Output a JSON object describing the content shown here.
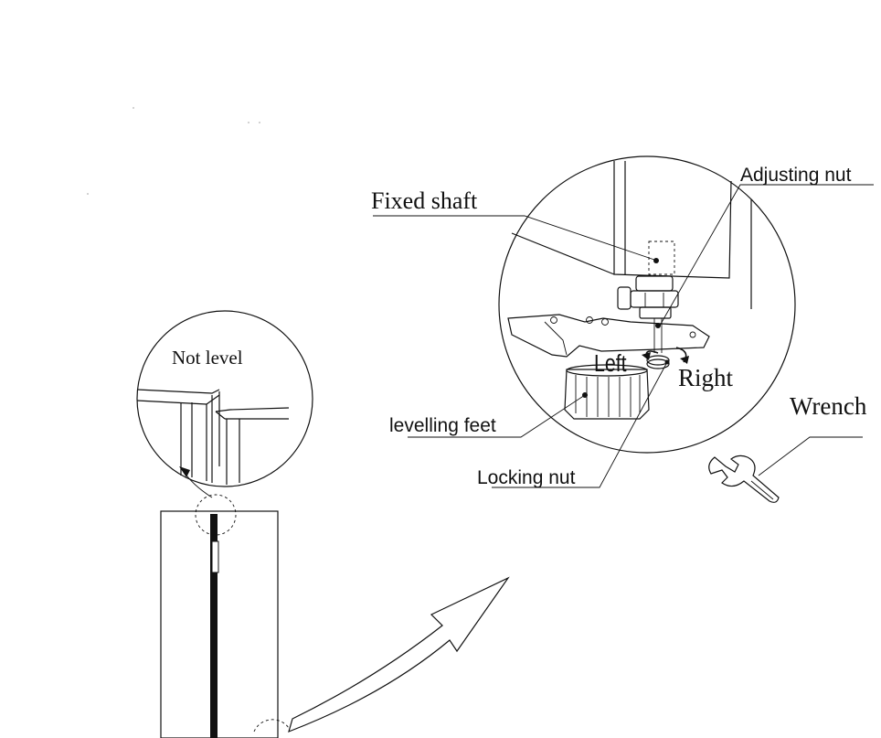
{
  "labels": {
    "fixed_shaft": "Fixed shaft",
    "adjusting_nut": "Adjusting nut",
    "left": "Left",
    "right": "Right",
    "wrench": "Wrench",
    "levelling_feet": "levelling feet",
    "locking_nut": "Locking nut",
    "not_level": "Not level"
  },
  "colors": {
    "ink": "#111111",
    "background": "#ffffff"
  }
}
